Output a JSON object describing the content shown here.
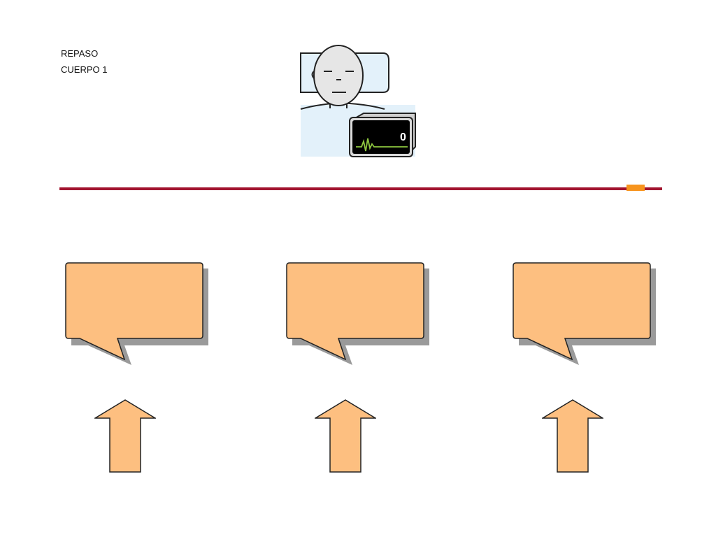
{
  "header": {
    "line1": "REPASO",
    "line2": "CUERPO 1"
  },
  "illustration": {
    "subject": "patient in bed with heart monitor",
    "monitor_reading": "0"
  },
  "colors": {
    "divider": "#a2142f",
    "divider_marker": "#f7941d",
    "bubble_fill": "#fdbf80",
    "bubble_shadow": "#9a9a9a",
    "arrow_fill": "#fdbf80",
    "outline": "#222222",
    "bed_fill": "#e3f1fa",
    "face_fill": "#e6e6e6",
    "monitor_screen": "#000000",
    "monitor_trace": "#8dc63f"
  },
  "bubbles": [
    {
      "id": "bubble-1",
      "text": ""
    },
    {
      "id": "bubble-2",
      "text": ""
    },
    {
      "id": "bubble-3",
      "text": ""
    }
  ],
  "arrows": [
    {
      "id": "arrow-1",
      "direction": "up"
    },
    {
      "id": "arrow-2",
      "direction": "up"
    },
    {
      "id": "arrow-3",
      "direction": "up"
    }
  ]
}
